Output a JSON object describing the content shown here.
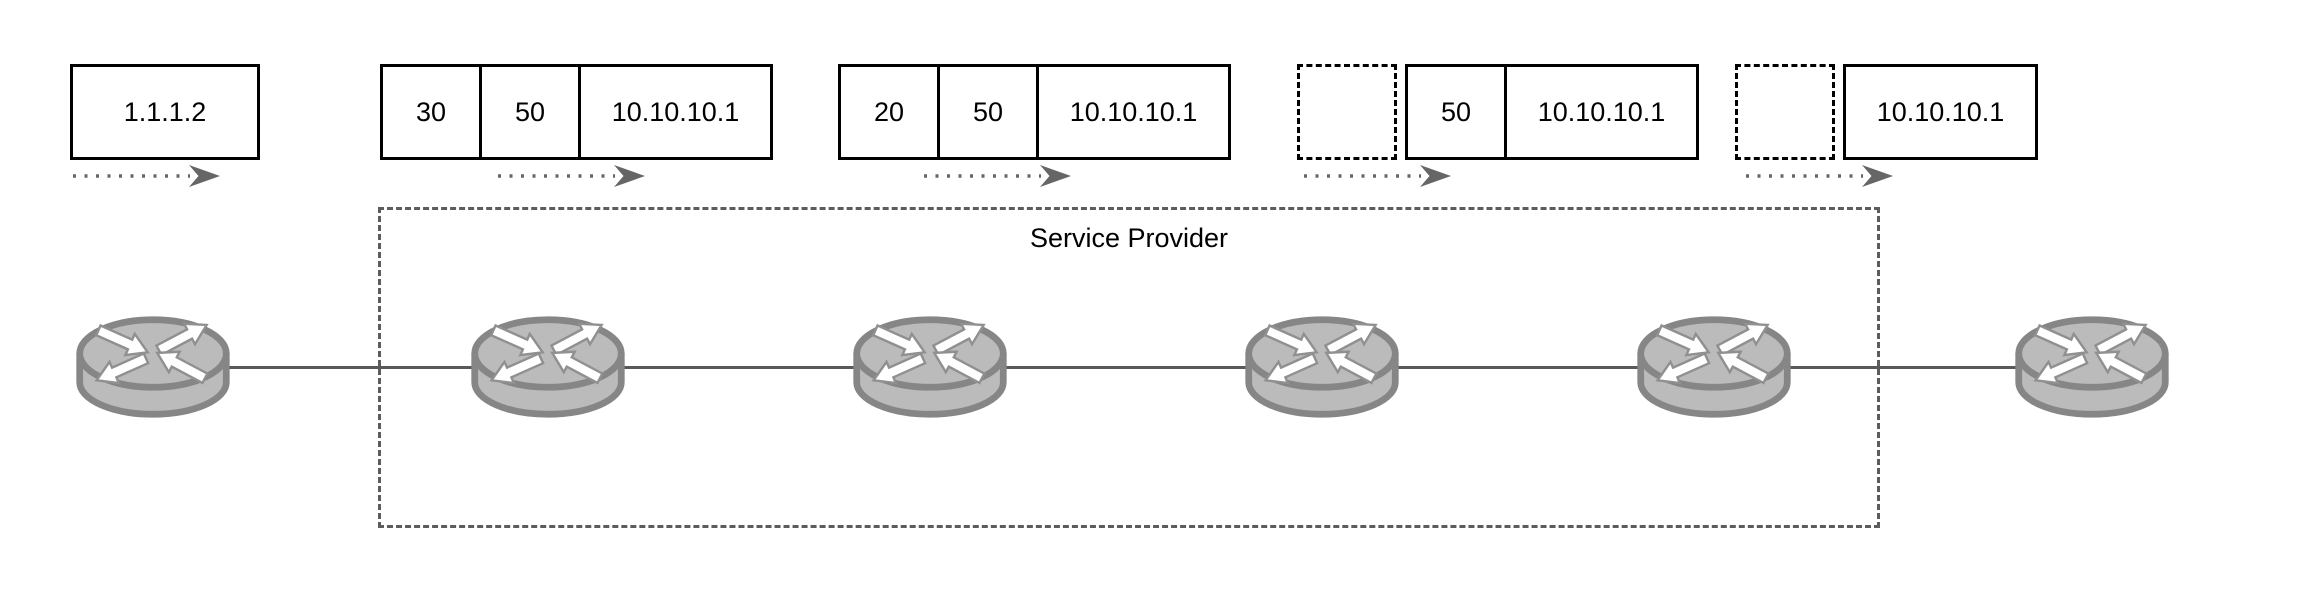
{
  "service_provider": {
    "label": "Service Provider"
  },
  "packets": [
    {
      "cells": [
        {
          "value": "1.1.1.2",
          "dashed": false
        }
      ]
    },
    {
      "cells": [
        {
          "value": "30",
          "dashed": false
        },
        {
          "value": "50",
          "dashed": false
        },
        {
          "value": "10.10.10.1",
          "dashed": false
        }
      ]
    },
    {
      "cells": [
        {
          "value": "20",
          "dashed": false
        },
        {
          "value": "50",
          "dashed": false
        },
        {
          "value": "10.10.10.1",
          "dashed": false
        }
      ]
    },
    {
      "cells": [
        {
          "value": "",
          "dashed": true
        },
        {
          "value": "50",
          "dashed": false
        },
        {
          "value": "10.10.10.1",
          "dashed": false
        }
      ]
    },
    {
      "cells": [
        {
          "value": "",
          "dashed": true
        },
        {
          "value": "10.10.10.1",
          "dashed": false
        }
      ]
    }
  ],
  "routers": [
    "router-1",
    "router-2",
    "router-3",
    "router-4",
    "router-5",
    "router-6"
  ],
  "icons": {
    "flow_arrow": "dotted-right-arrow",
    "router": "cisco-router-icon"
  },
  "colors": {
    "background": "#ffffff",
    "text": "#000000",
    "box_border": "#000000",
    "boundary_dash": "#5c5c5c",
    "arrow": "#666666",
    "link_line": "#595959",
    "router_fill": "#bbbbbb",
    "router_stroke": "#868686",
    "router_arrows": "#ffffff"
  }
}
